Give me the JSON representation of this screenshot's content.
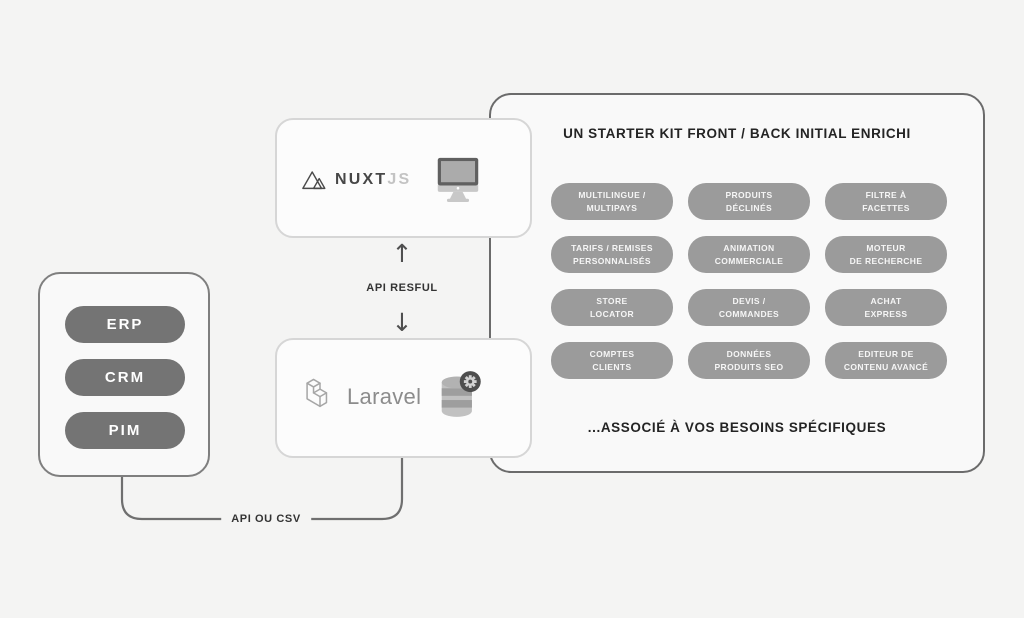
{
  "diagram": {
    "sources": {
      "items": [
        "ERP",
        "CRM",
        "PIM"
      ]
    },
    "frontend": {
      "brand_primary": "NUXT",
      "brand_secondary": "JS",
      "logo": "nuxt-logo",
      "icon": "monitor-icon"
    },
    "backend": {
      "brand": "Laravel",
      "logo": "laravel-logo",
      "icon": "database-gear-icon"
    },
    "connectors": {
      "frontend_backend_label": "API RESFUL",
      "arrow_up": "↑",
      "arrow_down": "↓",
      "sources_backend_label": "API OU CSV"
    },
    "panel": {
      "title": "UN STARTER KIT FRONT / BACK INITIAL ENRICHI",
      "features": [
        "MULTILINGUE /\nMULTIPAYS",
        "PRODUITS\nDÉCLINÉS",
        "FILTRE À\nFACETTES",
        "TARIFS / REMISES\nPERSONNALISÉS",
        "ANIMATION\nCOMMERCIALE",
        "MOTEUR\nDE RECHERCHE",
        "STORE\nLOCATOR",
        "DEVIS /\nCOMMANDES",
        "ACHAT\nEXPRESS",
        "COMPTES\nCLIENTS",
        "DONNÉES\nPRODUITS SEO",
        "EDITEUR DE\nCONTENU AVANCÉ"
      ],
      "footer": "...ASSOCIÉ À VOS BESOINS SPÉCIFIQUES"
    },
    "colors": {
      "background": "#f4f4f3",
      "panel_border": "#6b6b6b",
      "card_border": "#d6d6d6",
      "feature_pill": "#9b9b9b",
      "source_pill": "#747474",
      "text_dark": "#242424",
      "connector_line": "#6f6f6f"
    }
  }
}
